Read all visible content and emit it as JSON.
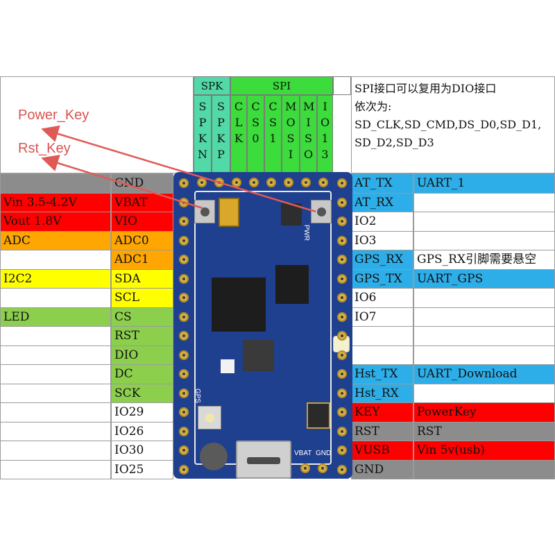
{
  "colors": {
    "gray": "#8c8c8c",
    "red": "#ff0000",
    "orange": "#ffa600",
    "yellow": "#ffff00",
    "green": "#8ccf4d",
    "blue": "#2eaee8",
    "header_green": "#52d9a8",
    "spi_green": "#3bdc3b",
    "board": "#1f3f8f",
    "annotation": "#d9534f"
  },
  "header": {
    "spk": "SPK",
    "spi": "SPI",
    "columns": [
      "SPKN",
      "SPKP",
      "CLK",
      "CS0",
      "CS1",
      "MOSI",
      "MISO",
      "IO13"
    ]
  },
  "note": {
    "line1": "SPI接口可以复用为DIO接口",
    "line2": "依次为:",
    "line3": "SD_CLK,SD_CMD,DS_D0,SD_D1,",
    "line4": "SD_D2,SD_D3"
  },
  "annotations": {
    "power_key": "Power_Key",
    "rst_key": "Rst_Key"
  },
  "left_rows": [
    {
      "func": "",
      "pin": "GND",
      "func_color": "gray",
      "pin_color": "gray"
    },
    {
      "func": "Vin 3.5-4.2V",
      "pin": "VBAT",
      "func_color": "red",
      "pin_color": "red"
    },
    {
      "func": "Vout 1.8V",
      "pin": "VIO",
      "func_color": "red",
      "pin_color": "red"
    },
    {
      "func": "ADC",
      "pin": "ADC0",
      "func_color": "orange",
      "pin_color": "orange"
    },
    {
      "func": "",
      "pin": "ADC1",
      "func_color": "white",
      "pin_color": "orange"
    },
    {
      "func": "I2C2",
      "pin": "SDA",
      "func_color": "yellow",
      "pin_color": "yellow"
    },
    {
      "func": "",
      "pin": "SCL",
      "func_color": "white",
      "pin_color": "yellow"
    },
    {
      "func": "LED",
      "pin": "CS",
      "func_color": "green",
      "pin_color": "green"
    },
    {
      "func": "",
      "pin": "RST",
      "func_color": "white",
      "pin_color": "green"
    },
    {
      "func": "",
      "pin": "DIO",
      "func_color": "white",
      "pin_color": "green"
    },
    {
      "func": "",
      "pin": "DC",
      "func_color": "white",
      "pin_color": "green"
    },
    {
      "func": "",
      "pin": "SCK",
      "func_color": "white",
      "pin_color": "green"
    },
    {
      "func": "",
      "pin": "IO29",
      "func_color": "white",
      "pin_color": "white"
    },
    {
      "func": "",
      "pin": "IO26",
      "func_color": "white",
      "pin_color": "white"
    },
    {
      "func": "",
      "pin": "IO30",
      "func_color": "white",
      "pin_color": "white"
    },
    {
      "func": "",
      "pin": "IO25",
      "func_color": "white",
      "pin_color": "white"
    }
  ],
  "right_rows": [
    {
      "pin": "AT_TX",
      "func": "UART_1",
      "pin_color": "blue",
      "func_color": "blue"
    },
    {
      "pin": "AT_RX",
      "func": "",
      "pin_color": "blue",
      "func_color": "white"
    },
    {
      "pin": "IO2",
      "func": "",
      "pin_color": "white",
      "func_color": "white"
    },
    {
      "pin": "IO3",
      "func": "",
      "pin_color": "white",
      "func_color": "white"
    },
    {
      "pin": "GPS_RX",
      "func": "GPS_RX引脚需要悬空",
      "pin_color": "blue",
      "func_color": "white"
    },
    {
      "pin": "GPS_TX",
      "func": "UART_GPS",
      "pin_color": "blue",
      "func_color": "blue"
    },
    {
      "pin": "IO6",
      "func": "",
      "pin_color": "white",
      "func_color": "white"
    },
    {
      "pin": "IO7",
      "func": "",
      "pin_color": "white",
      "func_color": "white"
    },
    {
      "pin": "",
      "func": "",
      "pin_color": "white",
      "func_color": "white"
    },
    {
      "pin": "",
      "func": "",
      "pin_color": "white",
      "func_color": "white"
    },
    {
      "pin": "Hst_TX",
      "func": "UART_Download",
      "pin_color": "blue",
      "func_color": "blue"
    },
    {
      "pin": "Hst_RX",
      "func": "",
      "pin_color": "blue",
      "func_color": "white"
    },
    {
      "pin": "KEY",
      "func": "PowerKey",
      "pin_color": "red",
      "func_color": "red"
    },
    {
      "pin": "RST",
      "func": "RST",
      "pin_color": "gray",
      "func_color": "gray"
    },
    {
      "pin": "VUSB",
      "func": "Vin 5v(usb)",
      "pin_color": "red",
      "func_color": "red"
    },
    {
      "pin": "GND",
      "func": "",
      "pin_color": "gray",
      "func_color": "gray"
    }
  ],
  "board": {
    "pwr_label": "PWR",
    "gps_label": "GPS",
    "vbat_label": "VBAT",
    "gnd_label": "GND"
  }
}
